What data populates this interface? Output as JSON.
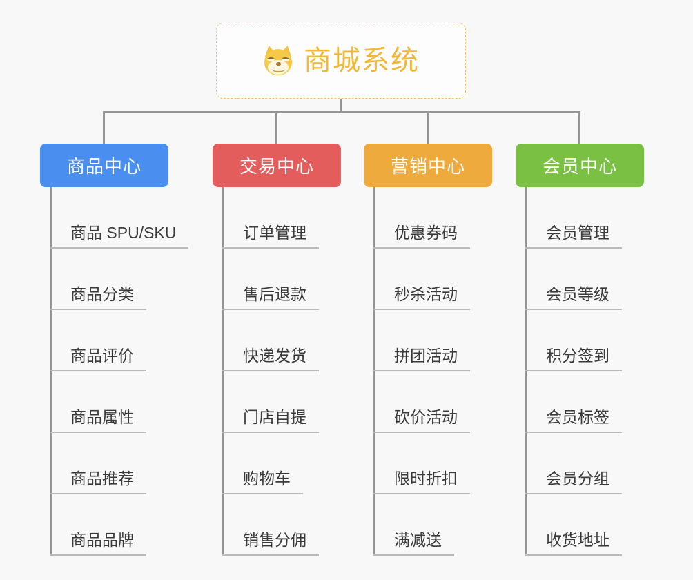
{
  "background_color": "#f8f8f8",
  "root": {
    "icon": "shiba-dog-icon",
    "title": "商城系统",
    "border_color": "#f0c36a",
    "title_color": "#f0b839"
  },
  "columns": [
    {
      "id": "product-center",
      "title": "商品中心",
      "color": "#4a8ef0",
      "items": [
        {
          "label": "商品 SPU/SKU"
        },
        {
          "label": "商品分类"
        },
        {
          "label": "商品评价"
        },
        {
          "label": "商品属性"
        },
        {
          "label": "商品推荐"
        },
        {
          "label": "商品品牌"
        }
      ]
    },
    {
      "id": "trade-center",
      "title": "交易中心",
      "color": "#e35d5d",
      "items": [
        {
          "label": "订单管理"
        },
        {
          "label": "售后退款"
        },
        {
          "label": "快递发货"
        },
        {
          "label": "门店自提"
        },
        {
          "label": "购物车"
        },
        {
          "label": "销售分佣"
        }
      ]
    },
    {
      "id": "marketing-center",
      "title": "营销中心",
      "color": "#eeaa3c",
      "items": [
        {
          "label": "优惠券码"
        },
        {
          "label": "秒杀活动"
        },
        {
          "label": "拼团活动"
        },
        {
          "label": "砍价活动"
        },
        {
          "label": "限时折扣"
        },
        {
          "label": "满减送"
        }
      ]
    },
    {
      "id": "member-center",
      "title": "会员中心",
      "color": "#7ac143",
      "items": [
        {
          "label": "会员管理"
        },
        {
          "label": "会员等级"
        },
        {
          "label": "积分签到"
        },
        {
          "label": "会员标签"
        },
        {
          "label": "会员分组"
        },
        {
          "label": "收货地址"
        }
      ]
    }
  ]
}
